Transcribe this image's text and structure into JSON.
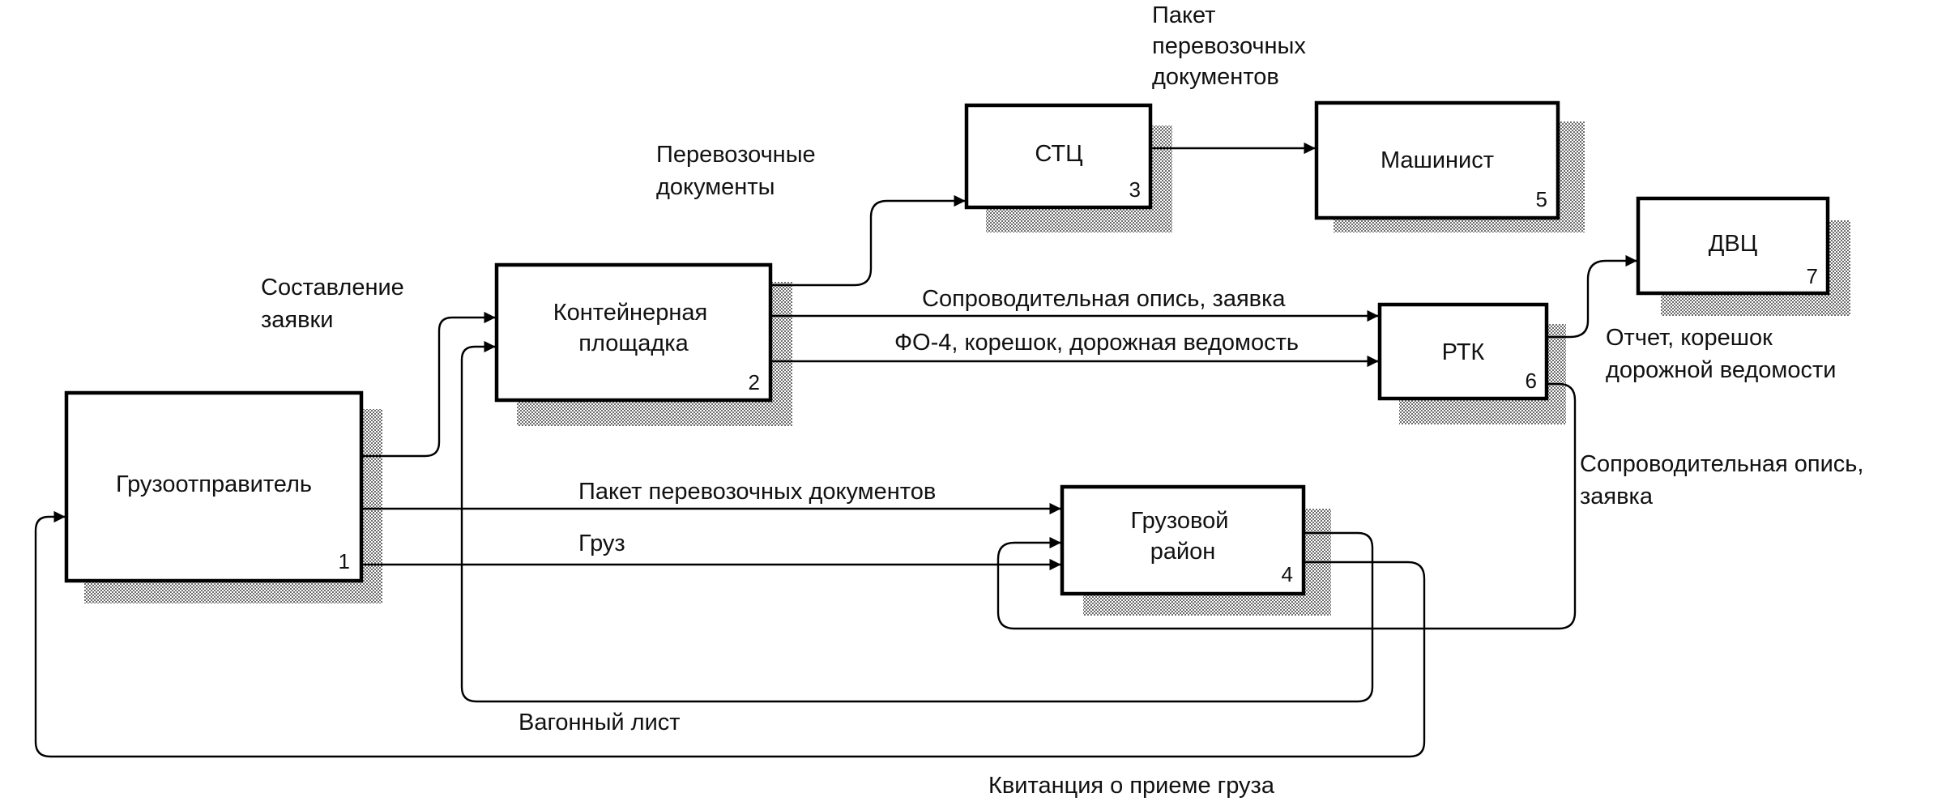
{
  "boxes": [
    {
      "id": "shipper",
      "name": "Грузоотправитель",
      "number": "1"
    },
    {
      "id": "container-yard",
      "name": "Контейнерная площадка",
      "number": "2"
    },
    {
      "id": "stc",
      "name": "СТЦ",
      "number": "3"
    },
    {
      "id": "cargo-area",
      "name": "Грузовой район",
      "number": "4"
    },
    {
      "id": "driver",
      "name": "Машинист",
      "number": "5"
    },
    {
      "id": "rtk",
      "name": "РТК",
      "number": "6"
    },
    {
      "id": "dvc",
      "name": "ДВЦ",
      "number": "7"
    }
  ],
  "flows": [
    {
      "id": "application",
      "from": "shipper",
      "to": "container-yard",
      "label": [
        "Составление",
        "заявки"
      ]
    },
    {
      "id": "transport-docs",
      "from": "container-yard",
      "to": "stc",
      "label": [
        "Перевозочные",
        "документы"
      ]
    },
    {
      "id": "docs-package-driver",
      "from": "stc",
      "to": "driver",
      "label": [
        "Пакет",
        "перевозочных",
        "документов"
      ]
    },
    {
      "id": "inventory-application",
      "from": "container-yard",
      "to": "rtk",
      "label": [
        "Сопроводительная опись, заявка"
      ]
    },
    {
      "id": "fo4",
      "from": "container-yard",
      "to": "rtk",
      "label": [
        "ФО-4, корешок, дорожная ведомость"
      ]
    },
    {
      "id": "report",
      "from": "rtk",
      "to": "dvc",
      "label": [
        "Отчет, корешок",
        "дорожной ведомости"
      ]
    },
    {
      "id": "docs-package-cargo",
      "from": "shipper",
      "to": "cargo-area",
      "label": [
        "Пакет перевозочных документов"
      ]
    },
    {
      "id": "cargo",
      "from": "shipper",
      "to": "cargo-area",
      "label": [
        "Груз"
      ]
    },
    {
      "id": "inventory-return",
      "from": "rtk",
      "to": "cargo-area",
      "label": [
        "Сопроводительная опись,",
        "заявка"
      ]
    },
    {
      "id": "wagon-sheet",
      "from": "cargo-area",
      "to": "container-yard",
      "label": [
        "Вагонный лист"
      ]
    },
    {
      "id": "receipt",
      "from": "cargo-area",
      "to": "shipper",
      "label": [
        "Квитанция о приеме груза"
      ]
    }
  ]
}
